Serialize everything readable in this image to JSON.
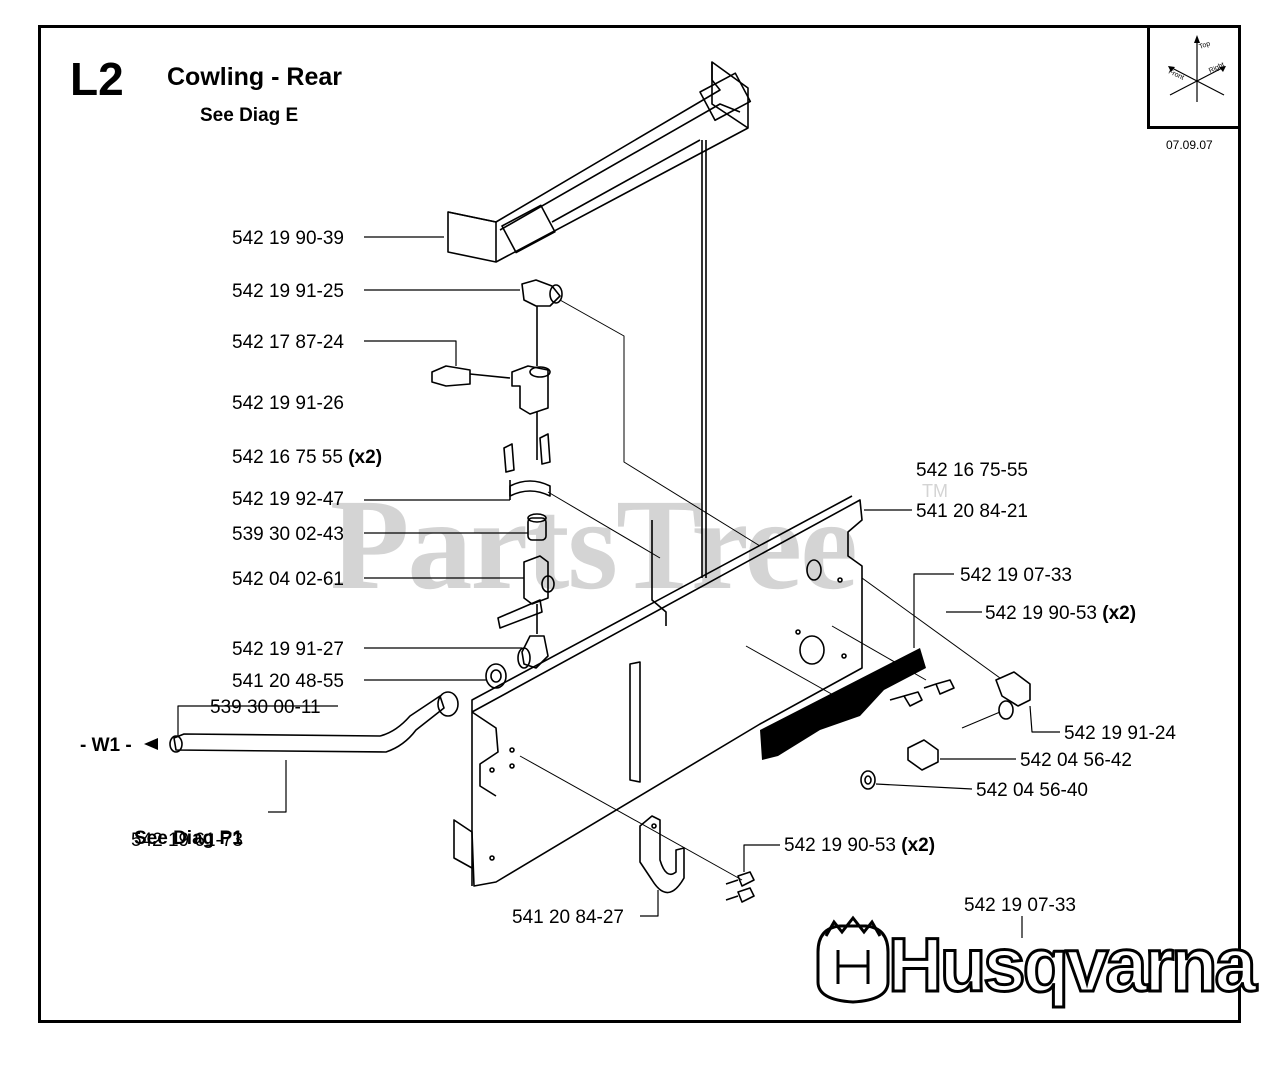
{
  "header": {
    "section": "L2",
    "title": "Cowling - Rear",
    "see_diag": "See Diag E",
    "date": "07.09.07"
  },
  "compass": {
    "top": "Top",
    "front": "Front",
    "right": "Right"
  },
  "watermark": {
    "text": "PartsTree",
    "tm": "TM"
  },
  "brand": {
    "name": "Husqvarna"
  },
  "connector": {
    "label": "- W1 -"
  },
  "parts": {
    "p01": "542 19 90-39",
    "p02": "542 19 91-25",
    "p03": "542 17 87-24",
    "p04": "542 19 91-26",
    "p05": "542 16 75 55",
    "p05_qty": "(x2)",
    "p06": "542 19 92-47",
    "p07": "539 30 02-43",
    "p08": "542 04 02-61",
    "p09": "542 19 91-27",
    "p10": "541 20 48-55",
    "p11": "539 30 00-11",
    "p12": "542 19 61-73",
    "p12_ref": "See Diag P1",
    "p13": "542 16 75-55",
    "p14": "541 20 84-21",
    "p15": "542 19 07-33",
    "p16": "542 19 90-53",
    "p16_qty": "(x2)",
    "p17": "542 19 91-24",
    "p18": "542 04 56-42",
    "p19": "542 04 56-40",
    "p20": "542 19 90-53",
    "p20_qty": "(x2)",
    "p21": "541 20 84-27",
    "p22": "542 19 07-33"
  }
}
